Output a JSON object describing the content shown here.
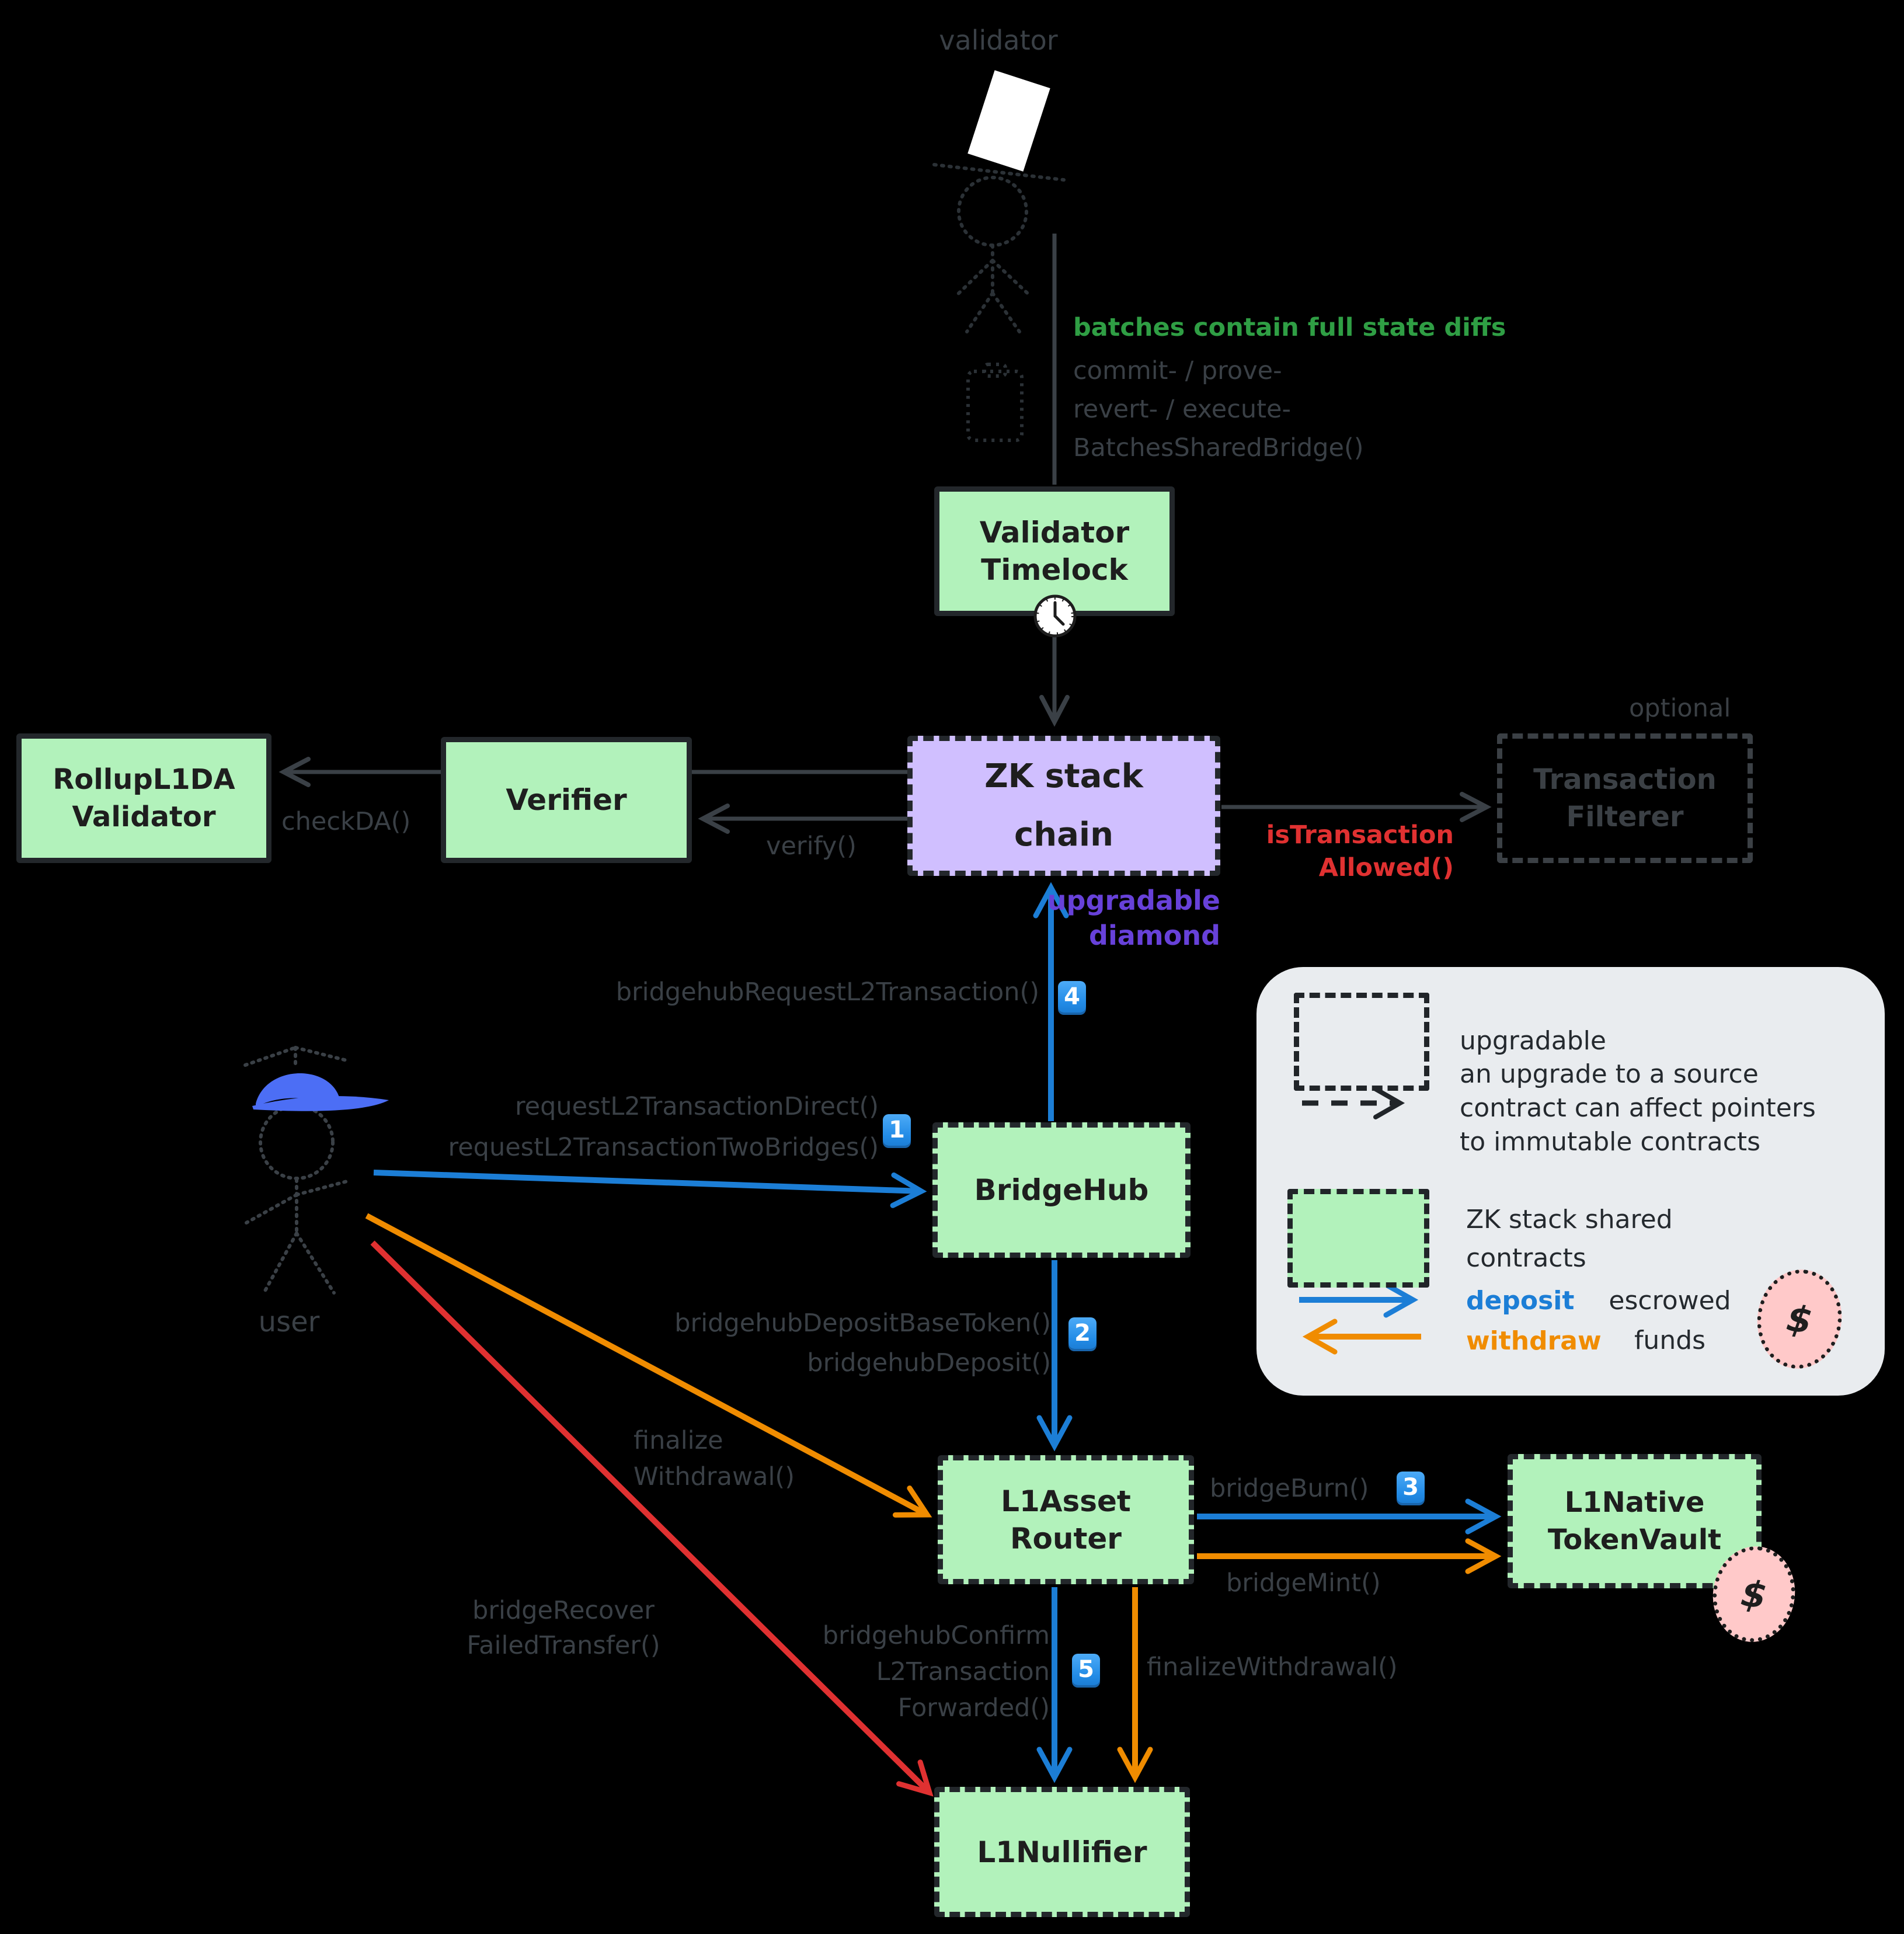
{
  "colors": {
    "background": "#000000",
    "shared_contract_fill": "#b2f2bb",
    "diamond_fill": "#d0bfff",
    "deposit_blue": "#1c7ed6",
    "withdraw_orange": "#f08c00",
    "recover_red": "#e03131",
    "note_green": "#2f9e44",
    "diamond_note_purple": "#6741d9",
    "dark_annotation": "#3a4046",
    "legend_background": "#e9ecef",
    "escrow_pink": "#ffc9c9",
    "badge_blue": "#339af0"
  },
  "actors": {
    "validator": "validator",
    "user": "user"
  },
  "nodes": {
    "validator_timelock": {
      "line1": "Validator",
      "line2": "Timelock"
    },
    "zk_stack_chain": {
      "line1": "ZK stack",
      "line2": "chain"
    },
    "verifier": {
      "label": "Verifier"
    },
    "rollup_l1da": {
      "line1": "RollupL1DA",
      "line2": "Validator"
    },
    "transaction_filterer": {
      "line1": "Transaction",
      "line2": "Filterer",
      "tag": "optional"
    },
    "bridgehub": {
      "label": "BridgeHub"
    },
    "l1_asset_router": {
      "line1": "L1Asset",
      "line2": "Router"
    },
    "l1_native_token_vault": {
      "line1": "L1Native",
      "line2": "TokenVault"
    },
    "l1_nullifier": {
      "label": "L1Nullifier"
    }
  },
  "annotations": {
    "batches": "batches contain full state diffs",
    "commit_prove": "commit- / prove-",
    "revert_execute": "revert- / execute-",
    "batches_shared_bridge": "BatchesSharedBridge()",
    "check_da": "checkDA()",
    "verify": "verify()",
    "is_transaction": "isTransaction",
    "allowed": "Allowed()",
    "upgradable": "upgradable",
    "diamond": "diamond",
    "bridgehub_request": "bridgehubRequestL2Transaction()",
    "request_direct": "requestL2TransactionDirect()",
    "request_two_bridges": "requestL2TransactionTwoBridges()",
    "deposit_base_token": "bridgehubDepositBaseToken()",
    "bridgehub_deposit": "bridgehubDeposit()",
    "finalize": "finalize",
    "withdrawal": "Withdrawal()",
    "bridge_burn": "bridgeBurn()",
    "bridge_mint": "bridgeMint()",
    "bridge_recover": "bridgeRecover",
    "failed_transfer": "FailedTransfer()",
    "bridgehub_confirm": "bridgehubConfirm",
    "l2_transaction": "L2Transaction",
    "forwarded": "Forwarded()",
    "finalize_withdrawal": "finalizeWithdrawal()",
    "dollar": "$"
  },
  "badges": {
    "step1": "1",
    "step2": "2",
    "step3": "3",
    "step4": "4",
    "step5": "5"
  },
  "legend": {
    "upgradable": "upgradable",
    "upgrade_note_line1": "an upgrade to a source",
    "upgrade_note_line2": "contract can affect pointers",
    "upgrade_note_line3": "to immutable contracts",
    "shared_line1": "ZK stack shared",
    "shared_line2": "contracts",
    "deposit": "deposit",
    "withdraw": "withdraw",
    "escrowed_line1": "escrowed",
    "escrowed_line2": "funds",
    "dollar": "$"
  }
}
